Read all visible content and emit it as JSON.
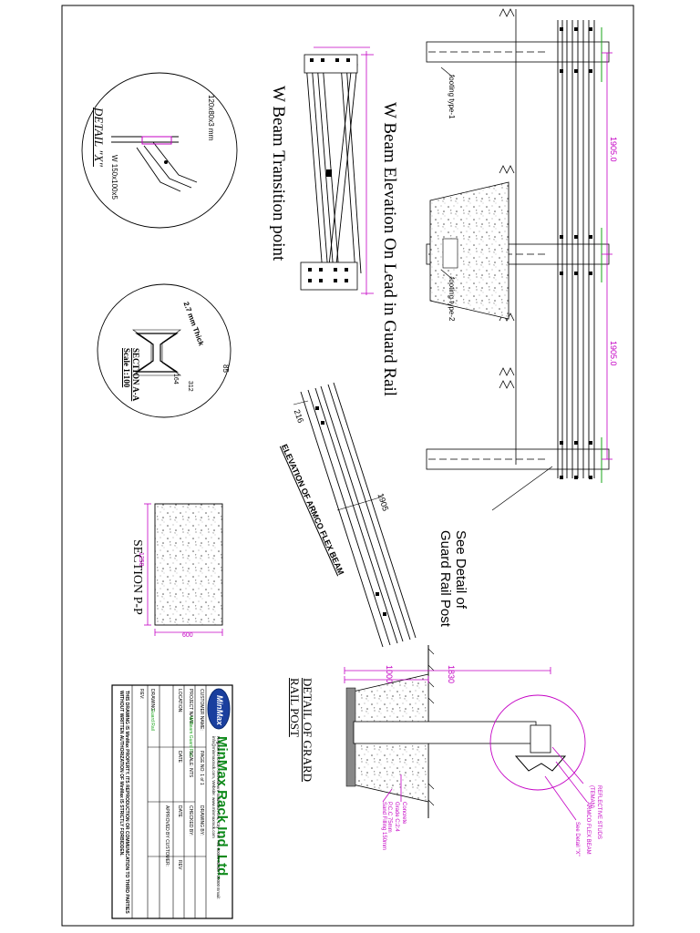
{
  "drawing": {
    "titles": {
      "elevation": "W Beam Elevation On Lead in Guard Rail",
      "transition": "W Beam Transition point",
      "detail_x": "DETAIL \"X\"",
      "section_aa": "SECTION A-A",
      "section_aa_scale": "Scale 1:100",
      "section_pp": "SECTION P-P",
      "armco": "ELEVATION OF ARMCO FLEX BEAM",
      "post_detail": "DETAIL OF GRARD RAIL POST",
      "see_detail": "See Detail of Guard Rail Post"
    },
    "labels": {
      "footing1": "footing type-1",
      "footing2": "footing type-2",
      "span1": "1905.0",
      "span2": "1905.0",
      "dim_120": "120x80x3 mm",
      "dim_150": "W 150x100x5",
      "dim_27": "2.7 mm Thick",
      "dim_85": "85",
      "dim_164": "164",
      "dim_312": "312",
      "dim_216": "216",
      "dim_1905": "1905",
      "dim_1250": "1250",
      "dim_600": "600",
      "dim_1830": "1830",
      "dim_1000": "1000",
      "reflective": "REFLECTIVE STUDS",
      "reflective_sub": "(TEMAN)",
      "armco_beam": "ARMCO FLEX BEAM",
      "see_detail_x": "See Detail \"X\"",
      "concrete": "Concrete",
      "grade": "Grade C:2:4",
      "pcc": "P.C.C 75mm",
      "sand": "Sand Filling 150mm"
    },
    "title_block": {
      "company": "MinMax Rack Ind. Ltd.",
      "logo": "MinMax",
      "address": "Registered Office: Somewhere Industrial Area, City - Tel: +91 00000 00000 / 00000 Email: info@minmaxrack.com, Website: www.minmaxrack.com",
      "rows": [
        {
          "label": "CUSTOMER NAME:",
          "value": ""
        },
        {
          "label": "PROJECT NAME:",
          "value": "W-Beam Guard Rail"
        },
        {
          "label": "LOCATION:",
          "value": ""
        },
        {
          "label": "DRAWING:",
          "value": "Guard Rail"
        },
        {
          "label": "REV:",
          "value": ""
        }
      ],
      "cells": {
        "scale": "SCALE: NTS",
        "page": "PAGE NO: 1 of 1",
        "drawing_by": "DRAWING BY:",
        "checked_by": "CHECKED BY:",
        "approved": "APPROVED BY CUSTOMER:",
        "date1": "DATE",
        "date2": "DATE",
        "rev": "REV"
      },
      "notice": "THIS DRAWING IS MinMax PROPERTY. ITS REPRODUCTION OR COMMUNICATION TO THIRD PARTIES WITHOUT WRITTEN AUTHORIZATION OF MinMax IS STRICTLY FORBIDDEN."
    }
  }
}
